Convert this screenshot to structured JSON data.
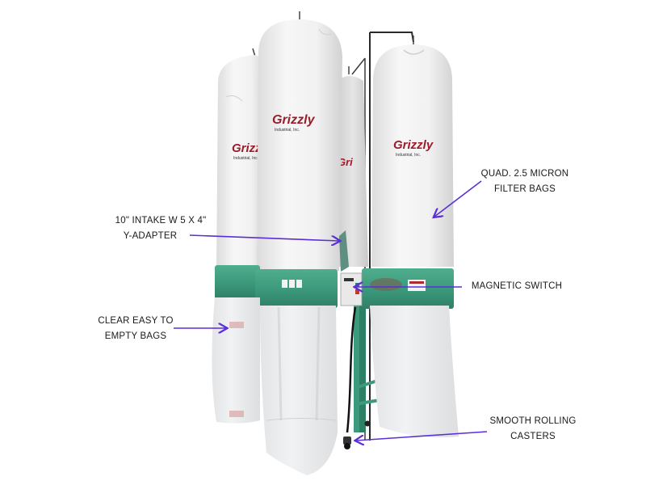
{
  "product": {
    "brand_logo": "Grizzly",
    "brand_sub": "Industrial, Inc.",
    "colors": {
      "bag_white": "#f2f2f2",
      "band_green": "#3d9a7c",
      "band_green_dark": "#2e7f66",
      "clear_bag": "#e9eaec",
      "logo_red": "#9b1c2a",
      "arrow": "#5b2fd6",
      "text": "#1a1a1a"
    }
  },
  "callouts": [
    {
      "id": "filter-bags",
      "lines": [
        "QUAD. 2.5 MICRON",
        "FILTER BAGS"
      ]
    },
    {
      "id": "intake",
      "lines": [
        "10\" INTAKE W 5 X 4\"",
        "Y-ADAPTER"
      ]
    },
    {
      "id": "magnetic-switch",
      "lines": [
        "MAGNETIC SWITCH"
      ]
    },
    {
      "id": "clear-bags",
      "lines": [
        "CLEAR EASY TO",
        "EMPTY BAGS"
      ]
    },
    {
      "id": "casters",
      "lines": [
        "SMOOTH ROLLING",
        "CASTERS"
      ]
    }
  ]
}
